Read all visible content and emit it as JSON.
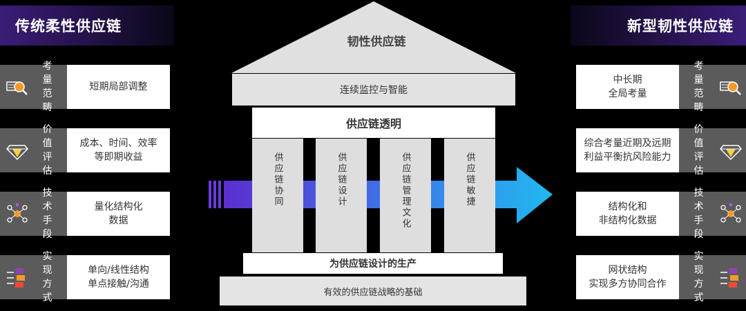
{
  "left_header": "传统柔性供应链",
  "right_header": "新型韧性供应链",
  "left_rows": [
    {
      "tag": "考量范畴",
      "desc": "短期局部调整",
      "icon": "magnifier-icon"
    },
    {
      "tag": "价值评估",
      "desc": "成本、时间、效率等即期收益",
      "icon": "diamond-icon"
    },
    {
      "tag": "技术手段",
      "desc": "量化结构化数据",
      "icon": "network-icon"
    },
    {
      "tag": "实现方式",
      "desc": "单向/线性结构单点接触/沟通",
      "icon": "flow-icon"
    }
  ],
  "left_desc_lines": [
    [
      "短期局部调整"
    ],
    [
      "成本、时间、效率",
      "等即期收益"
    ],
    [
      "量化结构化",
      "数据"
    ],
    [
      "单向/线性结构",
      "单点接触/沟通"
    ]
  ],
  "right_desc_lines": [
    [
      "中长期",
      "全局考量"
    ],
    [
      "综合考量近期及远期",
      "利益平衡抗风险能力"
    ],
    [
      "结构化和",
      "非结构化数据"
    ],
    [
      "网状结构",
      "实现多方协同合作"
    ]
  ],
  "tag_lines": [
    [
      "考 量",
      "范 畴"
    ],
    [
      "价 值",
      "评 估"
    ],
    [
      "技 术",
      "手 段"
    ],
    [
      "实 现",
      "方 式"
    ]
  ],
  "temple": {
    "roof": "韧性供应链",
    "beam": "连续监控与智能",
    "beam2": "供应链透明",
    "pillars": [
      "供应链协同",
      "供应链设计",
      "供应链管理文化",
      "供应链敏捷"
    ],
    "base1": "为供应链设计的生产",
    "base2": "有效的供应链战略的基础"
  },
  "colors": {
    "header_purple": "#3a1d78",
    "arrow_start": "#5a2fd0",
    "arrow_end": "#22b8f0",
    "tag_gray": "#5b5b5b"
  }
}
